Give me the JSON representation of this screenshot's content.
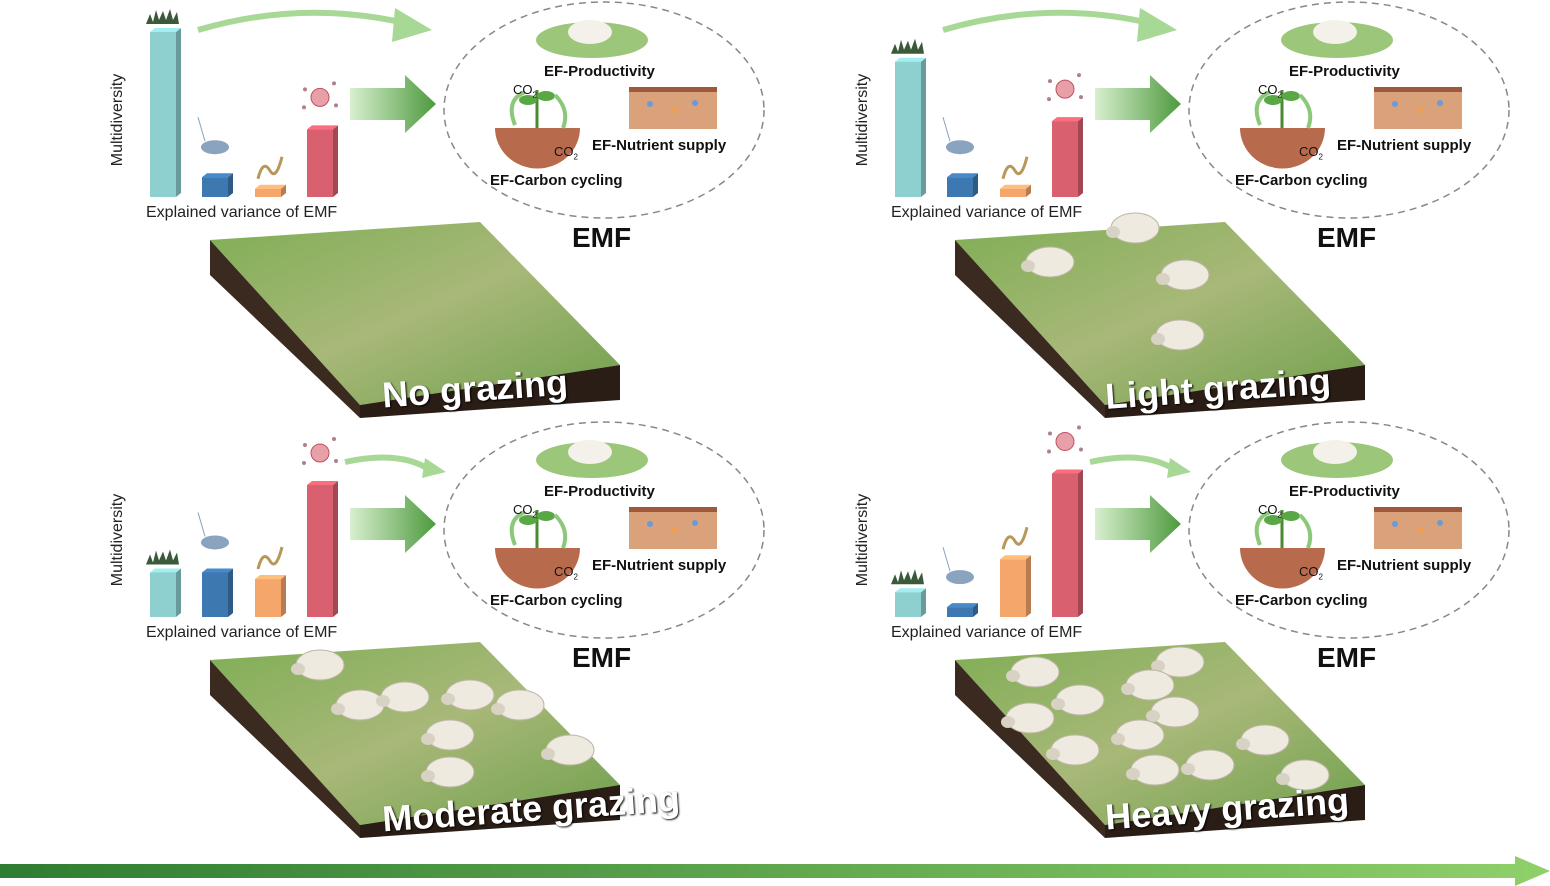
{
  "common": {
    "y_axis_label": "Multidiversity",
    "x_caption": "Explained variance of EMF",
    "ef_productivity": "EF-Productivity",
    "ef_nutrient": "EF-Nutrient supply",
    "ef_carbon": "EF-Carbon cycling",
    "co2": "CO",
    "co2_sub": "2",
    "emf": "EMF"
  },
  "colors": {
    "plant": "#8ecfcf",
    "insect": "#3d78b0",
    "nematode": "#f5a66a",
    "microbe": "#d9606e",
    "arrow": "#5aa845"
  },
  "panels": [
    {
      "label": "No grazing",
      "explained_variance": {
        "plant": 1.0,
        "insect": 0.12,
        "nematode": 0.05,
        "microbe": 0.41
      }
    },
    {
      "label": "Light grazing",
      "explained_variance": {
        "plant": 0.82,
        "insect": 0.12,
        "nematode": 0.05,
        "microbe": 0.46
      }
    },
    {
      "label": "Moderate grazing",
      "explained_variance": {
        "plant": 0.27,
        "insect": 0.27,
        "nematode": 0.23,
        "microbe": 0.8
      }
    },
    {
      "label": "Heavy grazing",
      "explained_variance": {
        "plant": 0.15,
        "insect": 0.06,
        "nematode": 0.35,
        "microbe": 0.87
      }
    }
  ]
}
